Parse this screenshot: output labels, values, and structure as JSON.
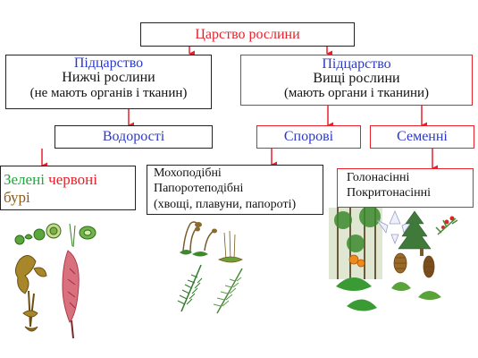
{
  "colors": {
    "red": "#e8202a",
    "blue": "#2b39c9",
    "green": "#22a63a",
    "black": "#111111"
  },
  "kingdom": {
    "label": "Царство рослини"
  },
  "lower": {
    "sub": "Підцарство",
    "title": "Нижчі рослини",
    "note": "(не мають органів і тканин)"
  },
  "higher": {
    "sub": "Підцарство",
    "title": "Вищі рослини",
    "note": "(мають органи і тканини)"
  },
  "algae": {
    "label": "Водорості"
  },
  "spore": {
    "label": "Спорові"
  },
  "seed": {
    "label": "Семенні"
  },
  "algae_types": {
    "green": "Зелені",
    "red": "червоні",
    "brown": "бурі"
  },
  "spore_types": {
    "line1": "Мохоподібні",
    "line2": "Папоротеподібні",
    "line3": "(хвощі, плавуни, папороті)"
  },
  "seed_types": {
    "line1": "Голонасінні",
    "line2": "Покритонасінні"
  },
  "illustrations": {
    "algae": "algae-illustration",
    "spore": "ferns-mosses-illustration",
    "seed": "conifers-flowering-illustration"
  }
}
